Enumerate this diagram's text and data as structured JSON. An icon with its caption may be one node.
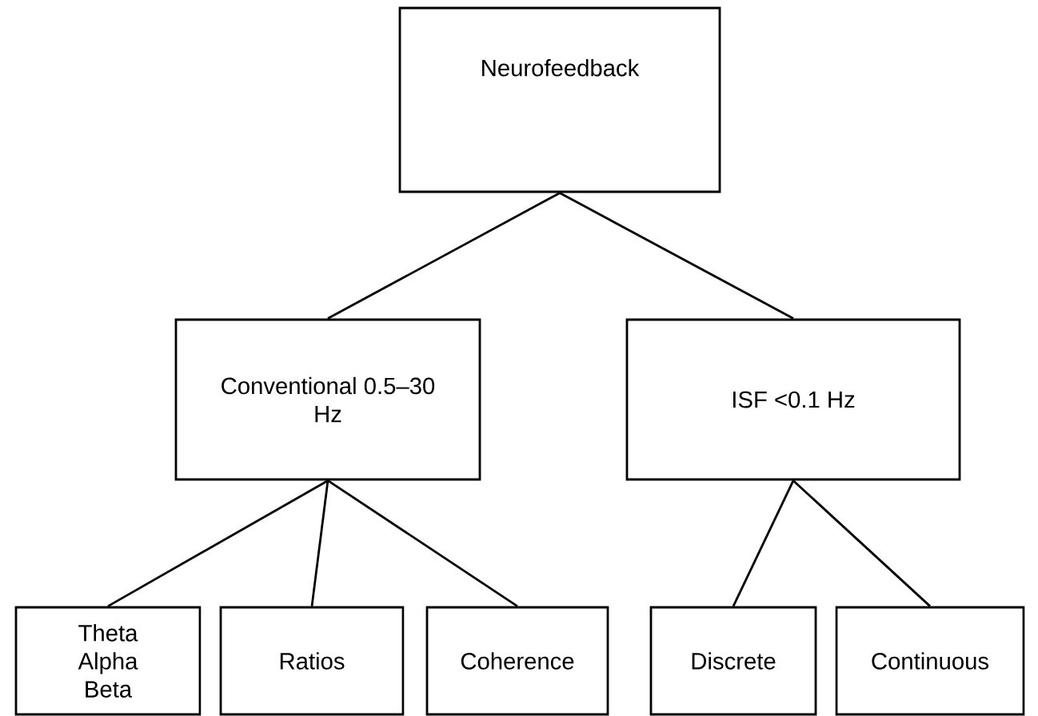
{
  "diagram": {
    "nodes": [
      {
        "text": [
          "Neurofeedback"
        ]
      },
      {
        "text": [
          "Conventional 0.5–30 Hz"
        ]
      },
      {
        "text": [
          "ISF <0.1 Hz"
        ]
      },
      {
        "text": [
          "Theta Alpha Beta"
        ]
      },
      {
        "text": [
          "Ratios"
        ]
      },
      {
        "text": [
          "Coherence"
        ]
      },
      {
        "text": [
          "Discrete"
        ]
      },
      {
        "text": [
          "Continuous"
        ]
      }
    ],
    "edges": [
      {
        "from": 0,
        "to": 1,
        "arrow": "none"
      },
      {
        "from": 0,
        "to": 2,
        "arrow": "none"
      },
      {
        "from": 1,
        "to": 3,
        "arrow": "none"
      },
      {
        "from": 1,
        "to": 4,
        "arrow": "none"
      },
      {
        "from": 1,
        "to": 5,
        "arrow": "none"
      },
      {
        "from": 2,
        "to": 6,
        "arrow": "none"
      },
      {
        "from": 2,
        "to": 7,
        "arrow": "none"
      }
    ]
  }
}
